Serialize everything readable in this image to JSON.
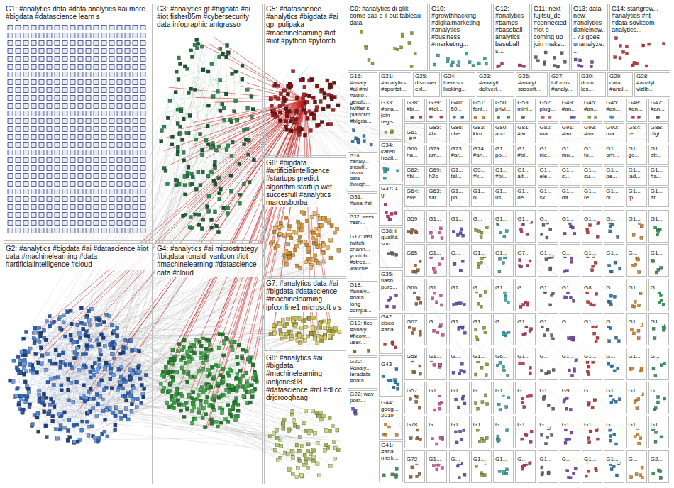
{
  "diagram": {
    "nodes": [
      {
        "text": [
          "G1: #analytics data #data analytics #ai more #bigdata #datascience learn s"
        ]
      },
      {
        "text": [
          "G2: #analytics #bigdata #ai #datascience #iot data #machinelearning #data #artificialintelligence #cloud"
        ]
      },
      {
        "text": [
          "G3: #analytics gt #bigdata #ai #iot fisher85m #cybersecurity data infographic antgrasso"
        ]
      },
      {
        "text": [
          "G4: #analytics #ai microstrategy #bigdata ronald_vanloon #iot #machinelearning #datascience data #cloud"
        ]
      },
      {
        "text": [
          "G5: #datascience #analytics #bigdata #ai gp_pulipaka #machinelearning #iot #iiot #python #pytorch"
        ]
      },
      {
        "text": [
          "G6: #bigdata #artificialintelligence #startups predict algorithm startup wef succesfull #analytics marcusborba"
        ]
      },
      {
        "text": [
          "G7: #analytics data #ai #bigdata #datascience #machinelearning ipfconline1 microsoft v s"
        ]
      },
      {
        "text": [
          "G8: #analytics #ai #bigdata #machinelearning ianljones98 #datascience #ml #dl cc drjdrooghaag"
        ]
      },
      {
        "text": [
          "G9: #analytics di qlik come dati e il out tableau data"
        ]
      },
      {
        "text": [
          "G10: #growthhacking #digitalmarketing #analytics #business #marketing..."
        ]
      },
      {
        "text": [
          "G12: #analytics #bamps #baseball analytics baseball s..."
        ]
      },
      {
        "text": [
          "G11: next fujitsu_de #connected #iot s coming up join make..."
        ]
      },
      {
        "text": [
          "G13: data new #analytics danielnew... 73 goes unanalyze..."
        ]
      },
      {
        "text": [
          "G14: startgrow... #analytics #nt #data sovkcom analytics..."
        ]
      },
      {
        "text": [
          "G15: #analy... #ai #ml #auto... gerald... twitter s platform #bigda..."
        ]
      },
      {
        "text": [
          "G21: #analytics #sportst..."
        ]
      },
      {
        "text": [
          "G25: discover exl..."
        ]
      },
      {
        "text": [
          "G24: theorso... looking..."
        ]
      },
      {
        "text": [
          "G23: #analyti... deliveri..."
        ]
      },
      {
        "text": [
          "G26: #analyt... sassoft..."
        ]
      },
      {
        "text": [
          "G27: informs #analy..."
        ]
      },
      {
        "text": [
          "G30: donn... les..."
        ]
      },
      {
        "text": [
          "G29: data #anal..."
        ]
      },
      {
        "text": [
          "G28: #analyt... vizlib..."
        ]
      },
      {
        "text": [
          "G38: #bi..."
        ]
      },
      {
        "text": [
          "G39: #tel..."
        ]
      },
      {
        "text": [
          "G40: 50..."
        ]
      },
      {
        "text": [
          "G51: fant..."
        ]
      },
      {
        "text": [
          "G50: privi..."
        ]
      },
      {
        "text": [
          "G53: mini..."
        ]
      },
      {
        "text": [
          "G52: plug..."
        ]
      },
      {
        "text": [
          "G49: #an..."
        ]
      },
      {
        "text": [
          "G46: #an..."
        ]
      },
      {
        "text": [
          "G45: #an..."
        ]
      },
      {
        "text": [
          "G48: #an..."
        ]
      },
      {
        "text": [
          "G47: #an..."
        ]
      },
      {
        "text": [
          "G16: #analy... snowfl... biscor... data though..."
        ]
      },
      {
        "text": [
          "G31: #ana #ai"
        ]
      },
      {
        "text": [
          "G32: week #esn..."
        ]
      },
      {
        "text": [
          "G17: last twitch chann... youtub... #strea... watche..."
        ]
      },
      {
        "text": [
          "G18: #analy... #data long compa..."
        ]
      },
      {
        "text": [
          "G19: fico #analy... #ficow... user..."
        ]
      },
      {
        "text": [
          "G20: #analy... teradata #data..."
        ]
      },
      {
        "text": [
          "G22: way post..."
        ]
      },
      {
        "text": [
          "G33: #ana... join regis..."
        ]
      },
      {
        "text": [
          "G34: karen healt..."
        ]
      },
      {
        "text": [
          "G37: 1 gt..."
        ]
      },
      {
        "text": [
          "G36: il qualità sou..."
        ]
      },
      {
        "text": [
          "G35: flash pure..."
        ]
      },
      {
        "text": [
          "G42: cisco #ana..."
        ]
      },
      {
        "text": [
          "G43"
        ]
      },
      {
        "text": [
          "G44: goog... 2019"
        ]
      },
      {
        "text": [
          "G41: #ana merk..."
        ]
      },
      {
        "text": [
          "G61"
        ]
      },
      {
        "text": [
          "G85: #bc..."
        ]
      },
      {
        "text": [
          "G86: che..."
        ]
      },
      {
        "text": [
          "G83: kim..."
        ]
      },
      {
        "text": [
          "G80: aud..."
        ]
      },
      {
        "text": [
          "G81: #ar..."
        ]
      },
      {
        "text": [
          "G82: mar..."
        ]
      },
      {
        "text": [
          "G91: #an..."
        ]
      },
      {
        "text": [
          "G93: #an..."
        ]
      },
      {
        "text": [
          "G90: ma..."
        ]
      },
      {
        "text": [
          "G87: re..."
        ]
      },
      {
        "text": [
          "G88: digi..."
        ]
      },
      {
        "text": [
          "G60: ha..."
        ]
      },
      {
        "text": [
          "G79: am..."
        ]
      },
      {
        "text": [
          "G73: #ar..."
        ]
      },
      {
        "text": [
          "G74: #an..."
        ]
      },
      {
        "text": [
          "G1... po..."
        ]
      },
      {
        "text": [
          "G1... #bl..."
        ]
      },
      {
        "text": [
          "G1... nic..."
        ]
      },
      {
        "text": [
          "G1... mu..."
        ]
      },
      {
        "text": [
          "G1... to..."
        ]
      },
      {
        "text": [
          "G1... orh..."
        ]
      },
      {
        "text": [
          "G1... go..."
        ]
      },
      {
        "text": [
          "G1... att..."
        ]
      },
      {
        "text": [
          "G62: #bi..."
        ]
      },
      {
        "text": [
          "G69: h2o"
        ]
      },
      {
        "text": [
          "G1... tal..."
        ]
      },
      {
        "text": [
          "G9... #k..."
        ]
      },
      {
        "text": [
          "G1... #bi..."
        ]
      },
      {
        "text": [
          "G1... alt..."
        ]
      },
      {
        "text": [
          "G1... ele..."
        ]
      },
      {
        "text": [
          "G1... ci..."
        ]
      },
      {
        "text": [
          "G1... cu..."
        ]
      },
      {
        "text": [
          "G1... pe..."
        ]
      },
      {
        "text": [
          "G1... lad..."
        ]
      },
      {
        "text": [
          "G1... #a..."
        ]
      },
      {
        "text": [
          "G64: eve..."
        ]
      },
      {
        "text": [
          "G63: sar..."
        ]
      },
      {
        "text": [
          "G1... ph..."
        ]
      },
      {
        "text": [
          "G1... ni..."
        ]
      },
      {
        "text": [
          "G1... us..."
        ]
      },
      {
        "text": [
          "G1... de..."
        ]
      },
      {
        "text": [
          "G1... sk..."
        ]
      },
      {
        "text": [
          "G1... da..."
        ]
      },
      {
        "text": [
          "G1... re..."
        ]
      },
      {
        "text": [
          "G1... bi..."
        ]
      },
      {
        "text": [
          "G1... tp..."
        ]
      },
      {
        "text": [
          "G1... ar..."
        ]
      },
      {
        "text": [
          "G59"
        ]
      },
      {
        "text": [
          "G1..."
        ]
      },
      {
        "text": [
          "G1..."
        ]
      },
      {
        "text": [
          "G..."
        ]
      },
      {
        "text": [
          "G1..."
        ]
      },
      {
        "text": [
          "G1..."
        ]
      },
      {
        "text": [
          "G..."
        ]
      },
      {
        "text": [
          "G1..."
        ]
      },
      {
        "text": [
          "G1..."
        ]
      },
      {
        "text": [
          "G..."
        ]
      },
      {
        "text": [
          "G1..."
        ]
      },
      {
        "text": [
          "G1..."
        ]
      },
      {
        "text": [
          "G65"
        ]
      },
      {
        "text": [
          "G1..."
        ]
      },
      {
        "text": [
          "G..."
        ]
      },
      {
        "text": [
          "G1..."
        ]
      },
      {
        "text": [
          "G1..."
        ]
      },
      {
        "text": [
          "G7..."
        ]
      },
      {
        "text": [
          "G1..."
        ]
      },
      {
        "text": [
          "G..."
        ]
      },
      {
        "text": [
          "G1..."
        ]
      },
      {
        "text": [
          "G1..."
        ]
      },
      {
        "text": [
          "G..."
        ]
      },
      {
        "text": [
          "G1..."
        ]
      },
      {
        "text": [
          "G66"
        ]
      },
      {
        "text": [
          "G1..."
        ]
      },
      {
        "text": [
          "G1..."
        ]
      },
      {
        "text": [
          "G..."
        ]
      },
      {
        "text": [
          "G1..."
        ]
      },
      {
        "text": [
          "G..."
        ]
      },
      {
        "text": [
          "G1..."
        ]
      },
      {
        "text": [
          "G1..."
        ]
      },
      {
        "text": [
          "G8..."
        ]
      },
      {
        "text": [
          "G..."
        ]
      },
      {
        "text": [
          "G1..."
        ]
      },
      {
        "text": [
          "G..."
        ]
      },
      {
        "text": [
          "G67"
        ]
      },
      {
        "text": [
          "G..."
        ]
      },
      {
        "text": [
          "G1..."
        ]
      },
      {
        "text": [
          "G1..."
        ]
      },
      {
        "text": [
          "G..."
        ]
      },
      {
        "text": [
          "G1..."
        ]
      },
      {
        "text": [
          "G1..."
        ]
      },
      {
        "text": [
          "G..."
        ]
      },
      {
        "text": [
          "G1..."
        ]
      },
      {
        "text": [
          "G..."
        ]
      },
      {
        "text": [
          "G1..."
        ]
      },
      {
        "text": [
          "G1..."
        ]
      },
      {
        "text": [
          "G58"
        ]
      },
      {
        "text": [
          "G1..."
        ]
      },
      {
        "text": [
          "G..."
        ]
      },
      {
        "text": [
          "G1..."
        ]
      },
      {
        "text": [
          "G6..."
        ]
      },
      {
        "text": [
          "G1..."
        ]
      },
      {
        "text": [
          "G..."
        ]
      },
      {
        "text": [
          "G1..."
        ]
      },
      {
        "text": [
          "G1..."
        ]
      },
      {
        "text": [
          "G..."
        ]
      },
      {
        "text": [
          "G1..."
        ]
      },
      {
        "text": [
          "G..."
        ]
      },
      {
        "text": [
          "G57"
        ]
      },
      {
        "text": [
          "G1..."
        ]
      },
      {
        "text": [
          "G1..."
        ]
      },
      {
        "text": [
          "G..."
        ]
      },
      {
        "text": [
          "G1..."
        ]
      },
      {
        "text": [
          "G..."
        ]
      },
      {
        "text": [
          "G1..."
        ]
      },
      {
        "text": [
          "G9..."
        ]
      },
      {
        "text": [
          "G..."
        ]
      },
      {
        "text": [
          "G1..."
        ]
      },
      {
        "text": [
          "G1..."
        ]
      },
      {
        "text": [
          "G..."
        ]
      },
      {
        "text": [
          "G78"
        ]
      },
      {
        "text": [
          "G..."
        ]
      },
      {
        "text": [
          "G1..."
        ]
      },
      {
        "text": [
          "G1..."
        ]
      },
      {
        "text": [
          "G..."
        ]
      },
      {
        "text": [
          "G1..."
        ]
      },
      {
        "text": [
          "G..."
        ]
      },
      {
        "text": [
          "G1..."
        ]
      },
      {
        "text": [
          "G1..."
        ]
      },
      {
        "text": [
          "G..."
        ]
      },
      {
        "text": [
          "G1..."
        ]
      },
      {
        "text": [
          "G1..."
        ]
      },
      {
        "text": [
          "G72"
        ]
      },
      {
        "text": [
          "G1..."
        ]
      },
      {
        "text": [
          "G..."
        ]
      },
      {
        "text": [
          "G1..."
        ]
      },
      {
        "text": [
          "G1..."
        ]
      },
      {
        "text": [
          "G..."
        ]
      },
      {
        "text": [
          "G1..."
        ]
      },
      {
        "text": [
          "G..."
        ]
      },
      {
        "text": [
          "G1..."
        ]
      },
      {
        "text": [
          "G1..."
        ]
      },
      {
        "text": [
          "G..."
        ]
      },
      {
        "text": [
          "G2..."
        ]
      }
    ]
  }
}
